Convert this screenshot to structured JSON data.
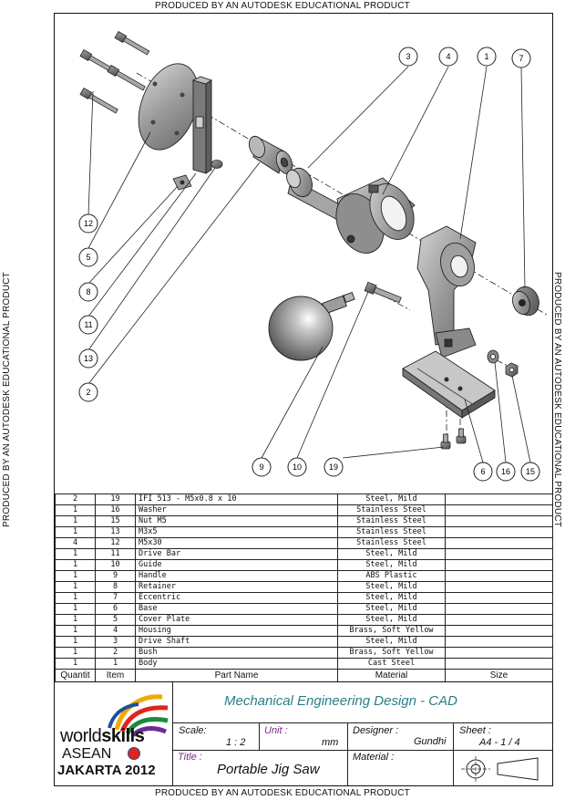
{
  "watermark": "PRODUCED BY AN AUTODESK EDUCATIONAL PRODUCT",
  "balloons": {
    "b3": "3",
    "b4": "4",
    "b1": "1",
    "b7": "7",
    "b12": "12",
    "b5": "5",
    "b8": "8",
    "b11": "11",
    "b13": "13",
    "b2": "2",
    "b9": "9",
    "b10": "10",
    "b19": "19",
    "b6": "6",
    "b16": "16",
    "b15": "15"
  },
  "parts_list": {
    "headers": {
      "quantity": "Quantit",
      "item": "Item",
      "part_name": "Part Name",
      "material": "Material",
      "size": "Size"
    },
    "rows": [
      {
        "qty": "2",
        "item": "19",
        "name": "IFI 513 - M5x0.8 x 10",
        "material": "Steel, Mild",
        "size": ""
      },
      {
        "qty": "1",
        "item": "16",
        "name": "Washer",
        "material": "Stainless Steel",
        "size": ""
      },
      {
        "qty": "1",
        "item": "15",
        "name": "Nut M5",
        "material": "Stainless Steel",
        "size": ""
      },
      {
        "qty": "1",
        "item": "13",
        "name": "M3x5",
        "material": "Stainless Steel",
        "size": ""
      },
      {
        "qty": "4",
        "item": "12",
        "name": "M5x30",
        "material": "Stainless Steel",
        "size": ""
      },
      {
        "qty": "1",
        "item": "11",
        "name": "Drive Bar",
        "material": "Steel, Mild",
        "size": ""
      },
      {
        "qty": "1",
        "item": "10",
        "name": "Guide",
        "material": "Steel, Mild",
        "size": ""
      },
      {
        "qty": "1",
        "item": "9",
        "name": "Handle",
        "material": "ABS Plastic",
        "size": ""
      },
      {
        "qty": "1",
        "item": "8",
        "name": "Retainer",
        "material": "Steel, Mild",
        "size": ""
      },
      {
        "qty": "1",
        "item": "7",
        "name": "Eccentric",
        "material": "Steel, Mild",
        "size": ""
      },
      {
        "qty": "1",
        "item": "6",
        "name": "Base",
        "material": "Steel, Mild",
        "size": ""
      },
      {
        "qty": "1",
        "item": "5",
        "name": "Cover Plate",
        "material": "Steel, Mild",
        "size": ""
      },
      {
        "qty": "1",
        "item": "4",
        "name": "Housing",
        "material": "Brass, Soft Yellow",
        "size": ""
      },
      {
        "qty": "1",
        "item": "3",
        "name": "Drive Shaft",
        "material": "Steel, Mild",
        "size": ""
      },
      {
        "qty": "1",
        "item": "2",
        "name": "Bush",
        "material": "Brass, Soft Yellow",
        "size": ""
      },
      {
        "qty": "1",
        "item": "1",
        "name": "Body",
        "material": "Cast Steel",
        "size": ""
      }
    ]
  },
  "title_block": {
    "logo": {
      "world": "world",
      "skills": "skills",
      "asean": "ASEAN",
      "city": "JAKARTA 2012"
    },
    "heading": "Mechanical Engineering Design - CAD",
    "scale_label": "Scale:",
    "scale_value": "1 : 2",
    "unit_label": "Unit :",
    "unit_value": "mm",
    "designer_label": "Designer :",
    "designer_value": "Gundhi",
    "sheet_label": "Sheet :",
    "sheet_value": "A4 - 1 / 4",
    "title_label": "Title :",
    "title_value": "Portable Jig Saw",
    "material_label": "Material :"
  },
  "colors": {
    "heading": "#2a7f86",
    "label_purple": "#7a2a8a",
    "part_gray": "#8c8c8c"
  }
}
